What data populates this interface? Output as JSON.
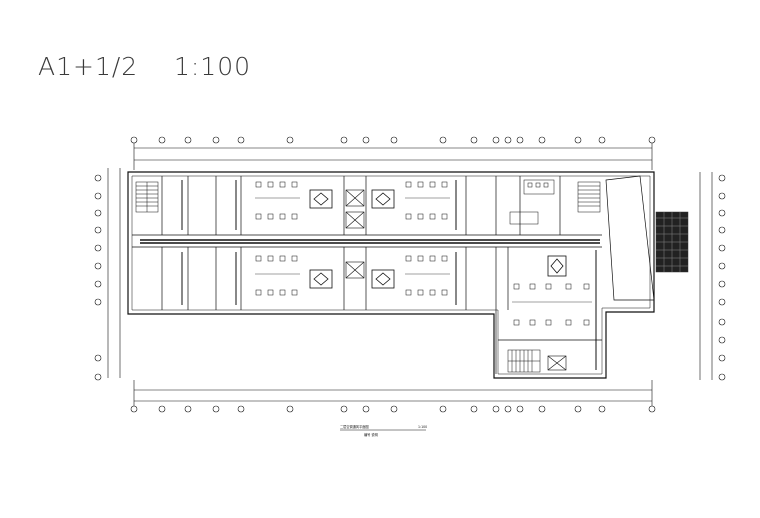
{
  "sheet": {
    "title": "A1+1/2    1:100"
  },
  "drawing": {
    "caption": "二层空调通风平面图",
    "caption_scale": "1:100",
    "caption_sub": "编号 说明",
    "line_color": "#111111",
    "hatch_color": "#333333"
  }
}
